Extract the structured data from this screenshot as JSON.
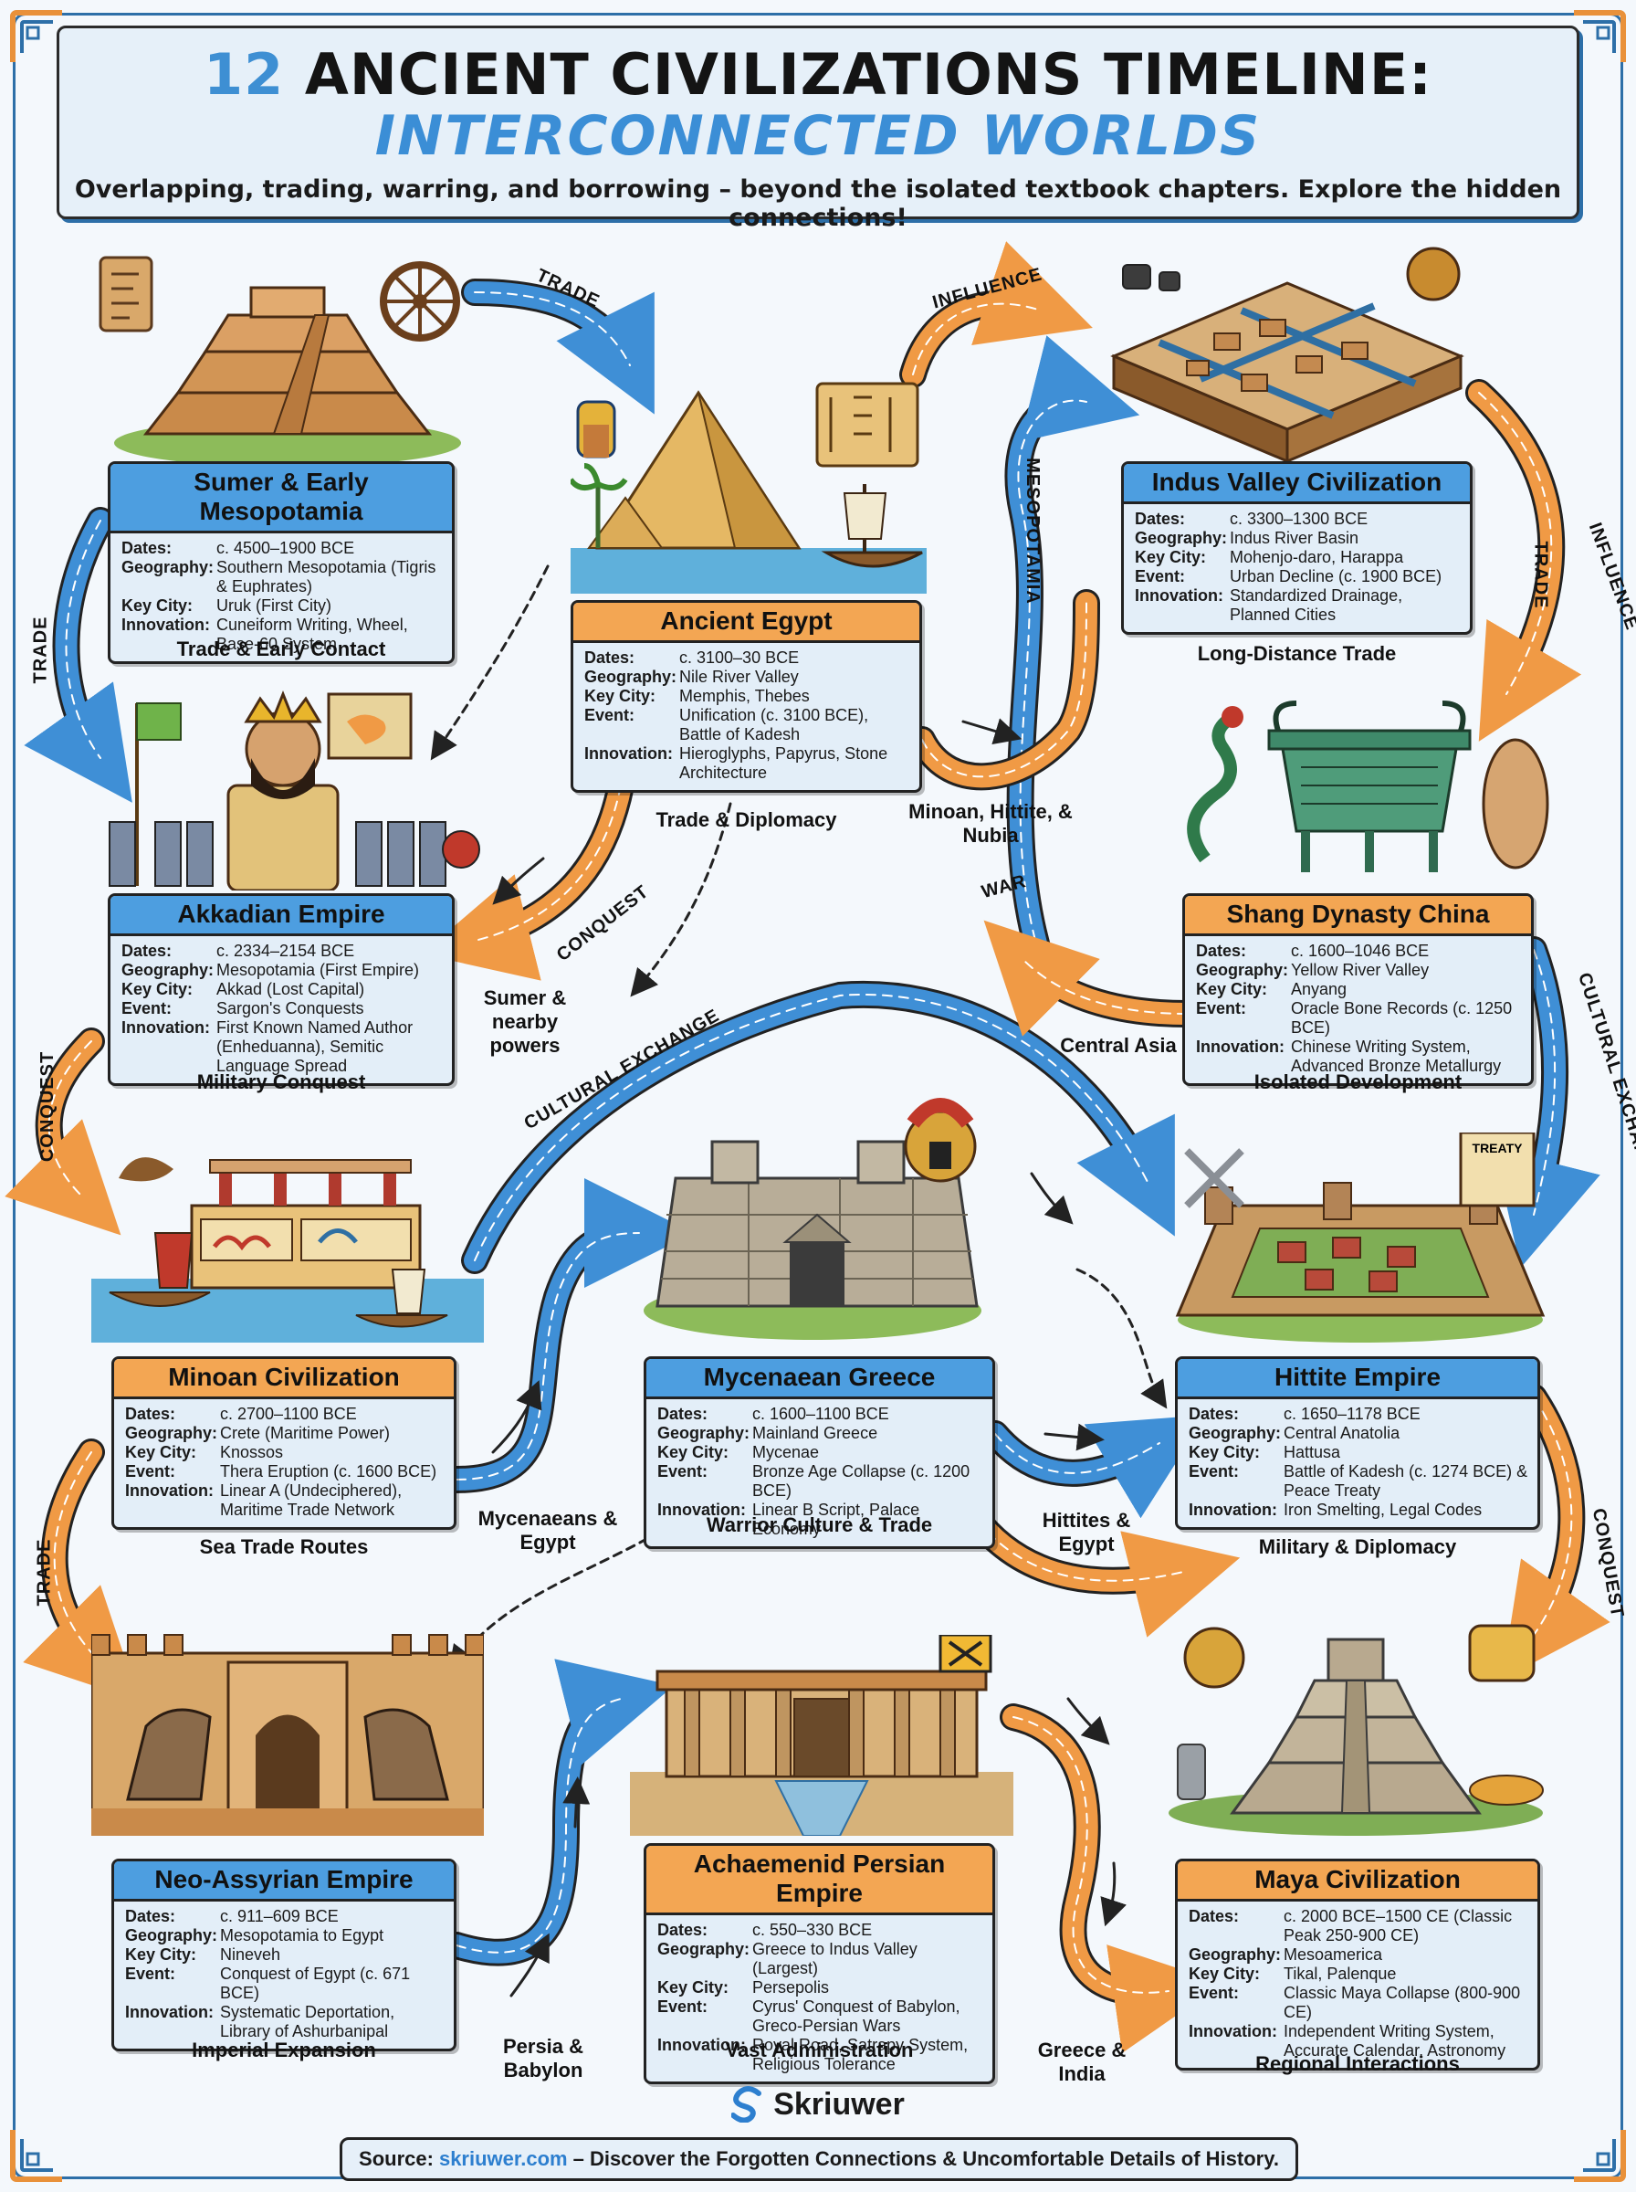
{
  "header": {
    "title_number": "12",
    "title_rest": "ANCIENT CIVILIZATIONS TIMELINE:",
    "title_line2": "INTERCONNECTED WORLDS",
    "subtitle": "Overlapping, trading, warring, and borrowing – beyond the isolated textbook chapters. Explore the hidden connections!"
  },
  "civilizations": [
    {
      "name": "Sumer & Early Mesopotamia",
      "fields": [
        {
          "k": "Dates:",
          "v": "c. 4500–1900 BCE"
        },
        {
          "k": "Geography:",
          "v": "Southern Mesopotamia (Tigris & Euphrates)"
        },
        {
          "k": "Key City:",
          "v": "Uruk (First City)"
        },
        {
          "k": "Innovation:",
          "v": "Cuneiform Writing, Wheel, Base-60 System"
        }
      ],
      "caption": "Trade & Early Contact"
    },
    {
      "name": "Ancient Egypt",
      "fields": [
        {
          "k": "Dates:",
          "v": "c. 3100–30 BCE"
        },
        {
          "k": "Geography:",
          "v": "Nile River Valley"
        },
        {
          "k": "Key City:",
          "v": "Memphis, Thebes"
        },
        {
          "k": "Event:",
          "v": "Unification (c. 3100 BCE), Battle of Kadesh"
        },
        {
          "k": "Innovation:",
          "v": "Hieroglyphs, Papyrus, Stone Architecture"
        }
      ],
      "caption": "Trade & Diplomacy"
    },
    {
      "name": "Indus Valley Civilization",
      "fields": [
        {
          "k": "Dates:",
          "v": "c. 3300–1300 BCE"
        },
        {
          "k": "Geography:",
          "v": "Indus River Basin"
        },
        {
          "k": "Key City:",
          "v": "Mohenjo-daro, Harappa"
        },
        {
          "k": "Event:",
          "v": "Urban Decline (c. 1900 BCE)"
        },
        {
          "k": "Innovation:",
          "v": "Standardized Drainage, Planned Cities"
        }
      ],
      "caption": "Long-Distance Trade"
    },
    {
      "name": "Akkadian Empire",
      "fields": [
        {
          "k": "Dates:",
          "v": "c. 2334–2154 BCE"
        },
        {
          "k": "Geography:",
          "v": "Mesopotamia (First Empire)"
        },
        {
          "k": "Key City:",
          "v": "Akkad (Lost Capital)"
        },
        {
          "k": "Event:",
          "v": "Sargon's Conquests"
        },
        {
          "k": "Innovation:",
          "v": "First Known Named Author (Enheduanna), Semitic Language Spread"
        }
      ],
      "caption": "Military Conquest"
    },
    {
      "name": "Shang Dynasty China",
      "fields": [
        {
          "k": "Dates:",
          "v": "c. 1600–1046 BCE"
        },
        {
          "k": "Geography:",
          "v": "Yellow River Valley"
        },
        {
          "k": "Key City:",
          "v": "Anyang"
        },
        {
          "k": "Event:",
          "v": "Oracle Bone Records (c. 1250 BCE)"
        },
        {
          "k": "Innovation:",
          "v": "Chinese Writing System, Advanced Bronze Metallurgy"
        }
      ],
      "caption": "Isolated Development"
    },
    {
      "name": "Minoan Civilization",
      "fields": [
        {
          "k": "Dates:",
          "v": "c. 2700–1100 BCE"
        },
        {
          "k": "Geography:",
          "v": "Crete (Maritime Power)"
        },
        {
          "k": "Key City:",
          "v": "Knossos"
        },
        {
          "k": "Event:",
          "v": "Thera Eruption (c. 1600 BCE)"
        },
        {
          "k": "Innovation:",
          "v": "Linear A (Undeciphered), Maritime Trade Network"
        }
      ],
      "caption": "Sea Trade Routes"
    },
    {
      "name": "Mycenaean Greece",
      "fields": [
        {
          "k": "Dates:",
          "v": "c. 1600–1100 BCE"
        },
        {
          "k": "Geography:",
          "v": "Mainland Greece"
        },
        {
          "k": "Key City:",
          "v": "Mycenae"
        },
        {
          "k": "Event:",
          "v": "Bronze Age Collapse (c. 1200 BCE)"
        },
        {
          "k": "Innovation:",
          "v": "Linear B Script, Palace Economy"
        }
      ],
      "caption": "Warrior Culture & Trade"
    },
    {
      "name": "Hittite Empire",
      "fields": [
        {
          "k": "Dates:",
          "v": "c. 1650–1178 BCE"
        },
        {
          "k": "Geography:",
          "v": "Central Anatolia"
        },
        {
          "k": "Key City:",
          "v": "Hattusa"
        },
        {
          "k": "Event:",
          "v": "Battle of Kadesh (c. 1274 BCE) & Peace Treaty"
        },
        {
          "k": "Innovation:",
          "v": "Iron Smelting, Legal Codes"
        }
      ],
      "caption": "Military & Diplomacy"
    },
    {
      "name": "Neo-Assyrian Empire",
      "fields": [
        {
          "k": "Dates:",
          "v": "c. 911–609 BCE"
        },
        {
          "k": "Geography:",
          "v": "Mesopotamia to Egypt"
        },
        {
          "k": "Key City:",
          "v": "Nineveh"
        },
        {
          "k": "Event:",
          "v": "Conquest of Egypt (c. 671 BCE)"
        },
        {
          "k": "Innovation:",
          "v": "Systematic Deportation, Library of Ashurbanipal"
        }
      ],
      "caption": "Imperial Expansion"
    },
    {
      "name": "Achaemenid Persian Empire",
      "fields": [
        {
          "k": "Dates:",
          "v": "c. 550–330 BCE"
        },
        {
          "k": "Geography:",
          "v": "Greece to Indus Valley (Largest)"
        },
        {
          "k": "Key City:",
          "v": "Persepolis"
        },
        {
          "k": "Event:",
          "v": "Cyrus' Conquest of Babylon, Greco-Persian Wars"
        },
        {
          "k": "Innovation:",
          "v": "Royal Road, Satrapy System, Religious Tolerance"
        }
      ],
      "caption": "Vast Administration"
    },
    {
      "name": "Maya Civilization",
      "fields": [
        {
          "k": "Dates:",
          "v": "c. 2000 BCE–1500 CE (Classic Peak 250-900 CE)"
        },
        {
          "k": "Geography:",
          "v": "Mesoamerica"
        },
        {
          "k": "Key City:",
          "v": "Tikal, Palenque"
        },
        {
          "k": "Event:",
          "v": "Classic Maya Collapse (800-900 CE)"
        },
        {
          "k": "Innovation:",
          "v": "Independent Writing System, Accurate Calendar, Astronomy"
        }
      ],
      "caption": "Regional Interactions"
    }
  ],
  "connection_labels": {
    "trade_top": "TRADE",
    "influence_top": "INFLUENCE",
    "trade_left_upper": "TRADE",
    "mesopotamia_vertical": "MESOPOTAMIA",
    "trade_right": "TRADE",
    "influence_right": "INFLUENCE",
    "conquest_mid": "CONQUEST",
    "conquest_left": "CONQUEST",
    "war": "WAR",
    "cultural_exchange_mid": "CULTURAL EXCHANGE",
    "cultural_exchange_right": "CULTURAL EXCHANGE",
    "trade_left_lower": "TRADE",
    "conquest_right": "CONQUEST"
  },
  "relation_labels": {
    "minoan_hittite_nubia": "Minoan, Hittite, & Nubia",
    "sumer_nearby": "Sumer & nearby powers",
    "central_asia": "Central Asia",
    "mycenaeans_egypt": "Mycenaeans & Egypt",
    "hittites_egypt": "Hittites & Egypt",
    "persia_babylon": "Persia & Babylon",
    "greece_india": "Greece & India"
  },
  "illustration_texts": {
    "treaty": "TREATY"
  },
  "footer": {
    "brand": "Skriuwer",
    "source_label": "Source:",
    "source_link": "skriuwer.com",
    "source_rest": "– Discover the Forgotten Connections & Uncomfortable Details of History."
  },
  "colors": {
    "blue_accent": "#4d9ee0",
    "orange_accent": "#f3a653",
    "title_blue": "#3b8ed6",
    "background": "#f4f8fc"
  }
}
